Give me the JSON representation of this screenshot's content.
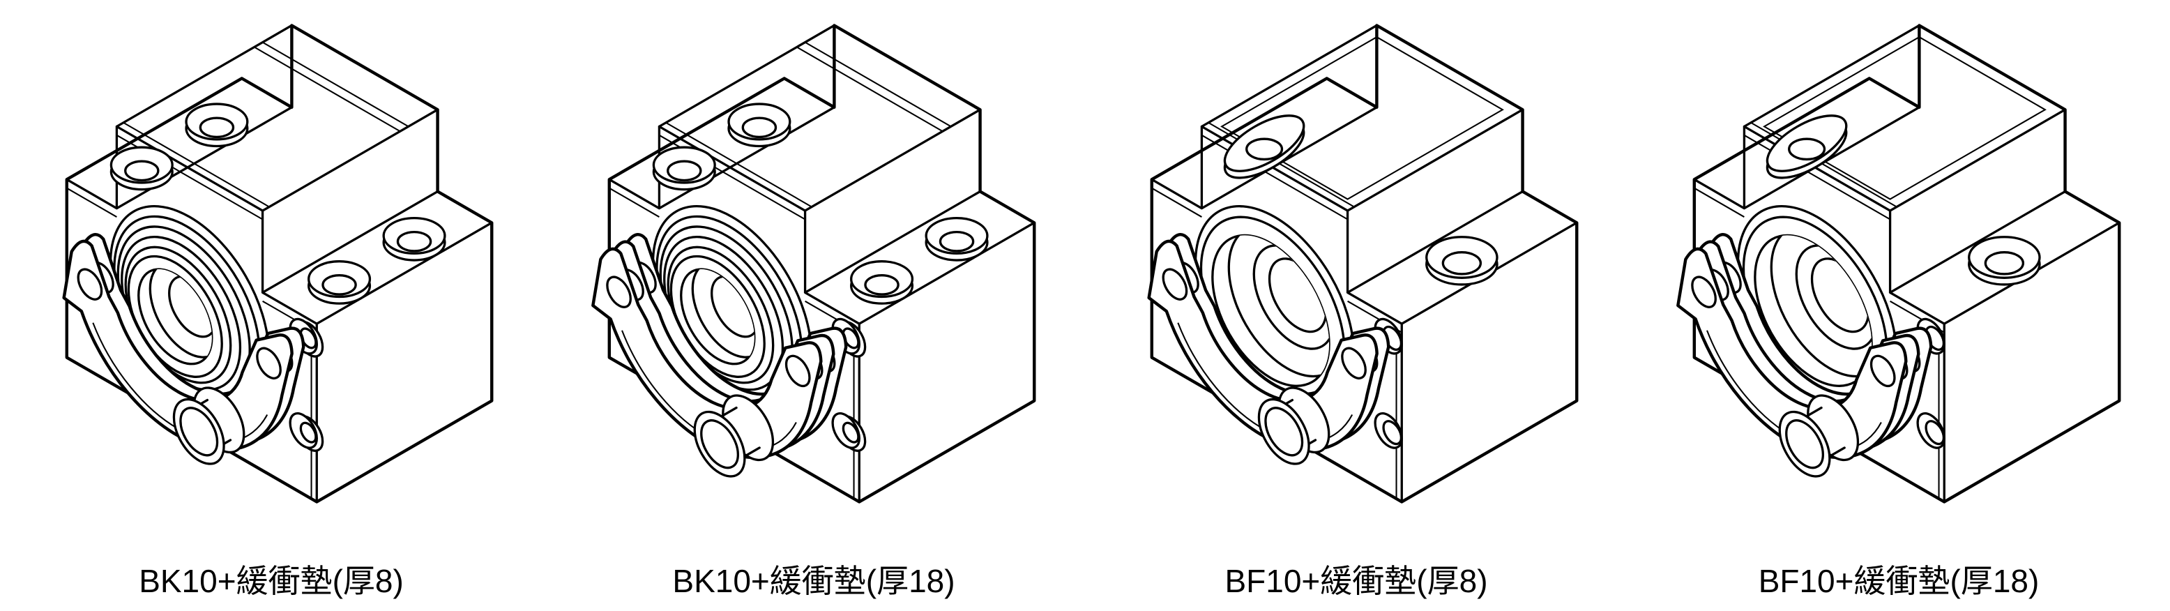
{
  "page": {
    "background_color": "#ffffff",
    "line_color": "#000000"
  },
  "figures": [
    {
      "id": "bk10-pad8",
      "label": "BK10+緩衝墊(厚8)",
      "model": "BK10",
      "pad_name": "緩衝墊",
      "pad_thickness_mm": 8
    },
    {
      "id": "bk10-pad18",
      "label": "BK10+緩衝墊(厚18)",
      "model": "BK10",
      "pad_name": "緩衝墊",
      "pad_thickness_mm": 18
    },
    {
      "id": "bf10-pad8",
      "label": "BF10+緩衝墊(厚8)",
      "model": "BF10",
      "pad_name": "緩衝墊",
      "pad_thickness_mm": 8
    },
    {
      "id": "bf10-pad18",
      "label": "BF10+緩衝墊(厚18)",
      "model": "BF10",
      "pad_name": "緩衝墊",
      "pad_thickness_mm": 18
    }
  ]
}
